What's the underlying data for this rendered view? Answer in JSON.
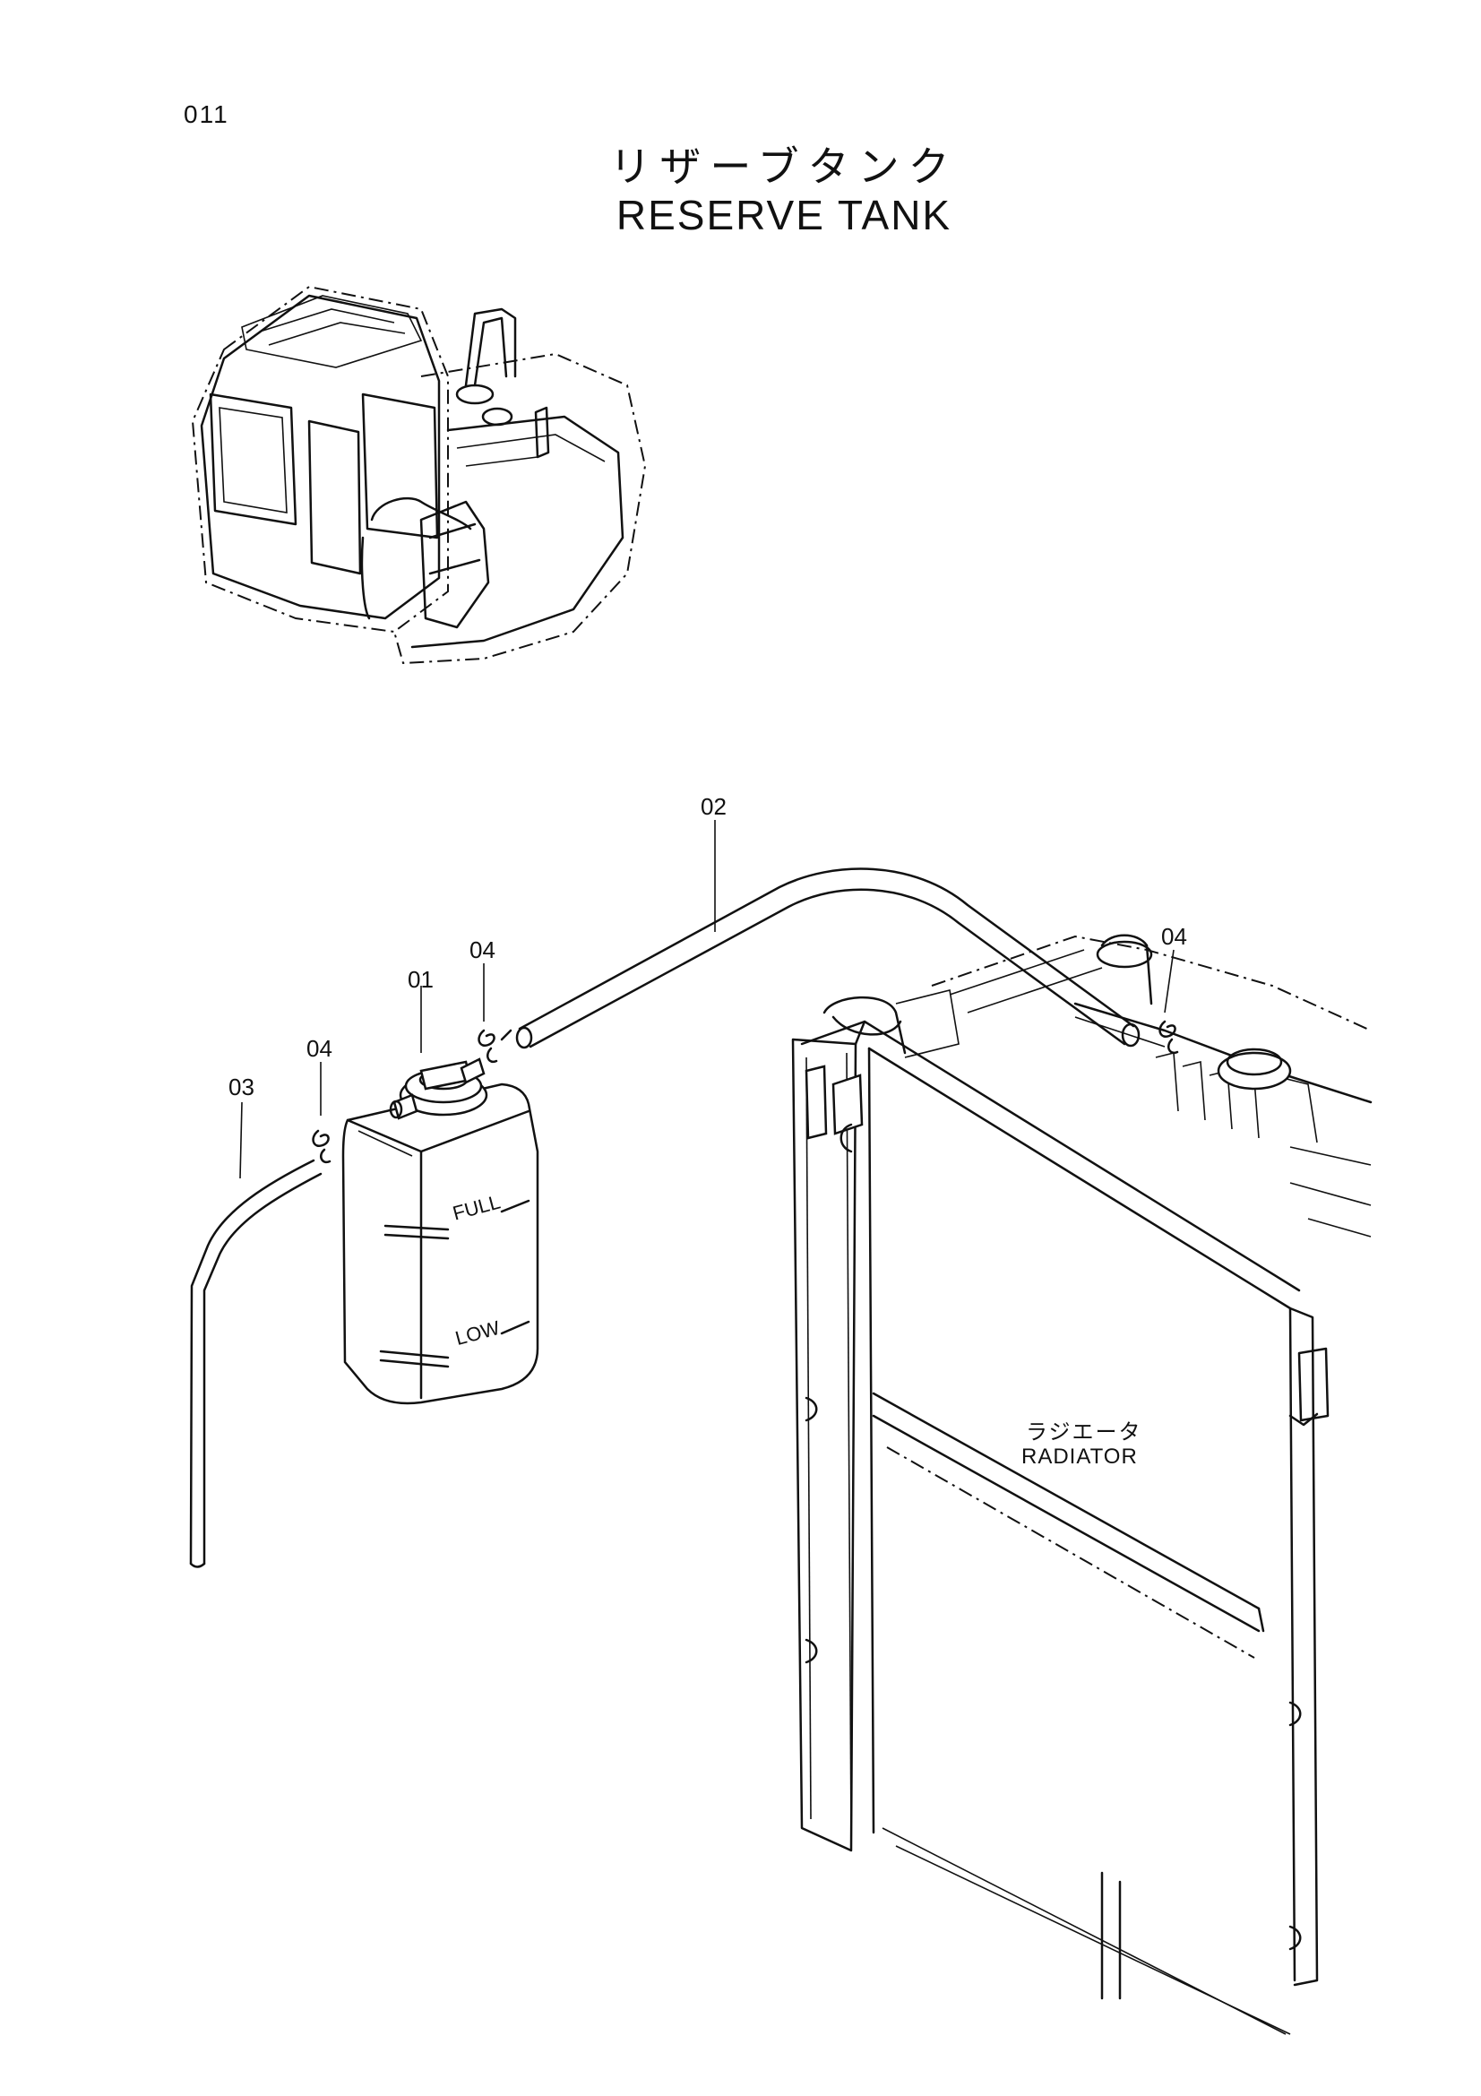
{
  "page": {
    "number": "011",
    "title_ja": "リザーブタンク",
    "title_en": "RESERVE TANK"
  },
  "callouts": [
    {
      "id": "01"
    },
    {
      "id": "02"
    },
    {
      "id": "03"
    },
    {
      "id": "04"
    },
    {
      "id": "04"
    },
    {
      "id": "04"
    }
  ],
  "tank_markings": {
    "full": "FULL",
    "low": "LOW"
  },
  "radiator": {
    "label_ja": "ラジエータ",
    "label_en": "RADIATOR"
  }
}
